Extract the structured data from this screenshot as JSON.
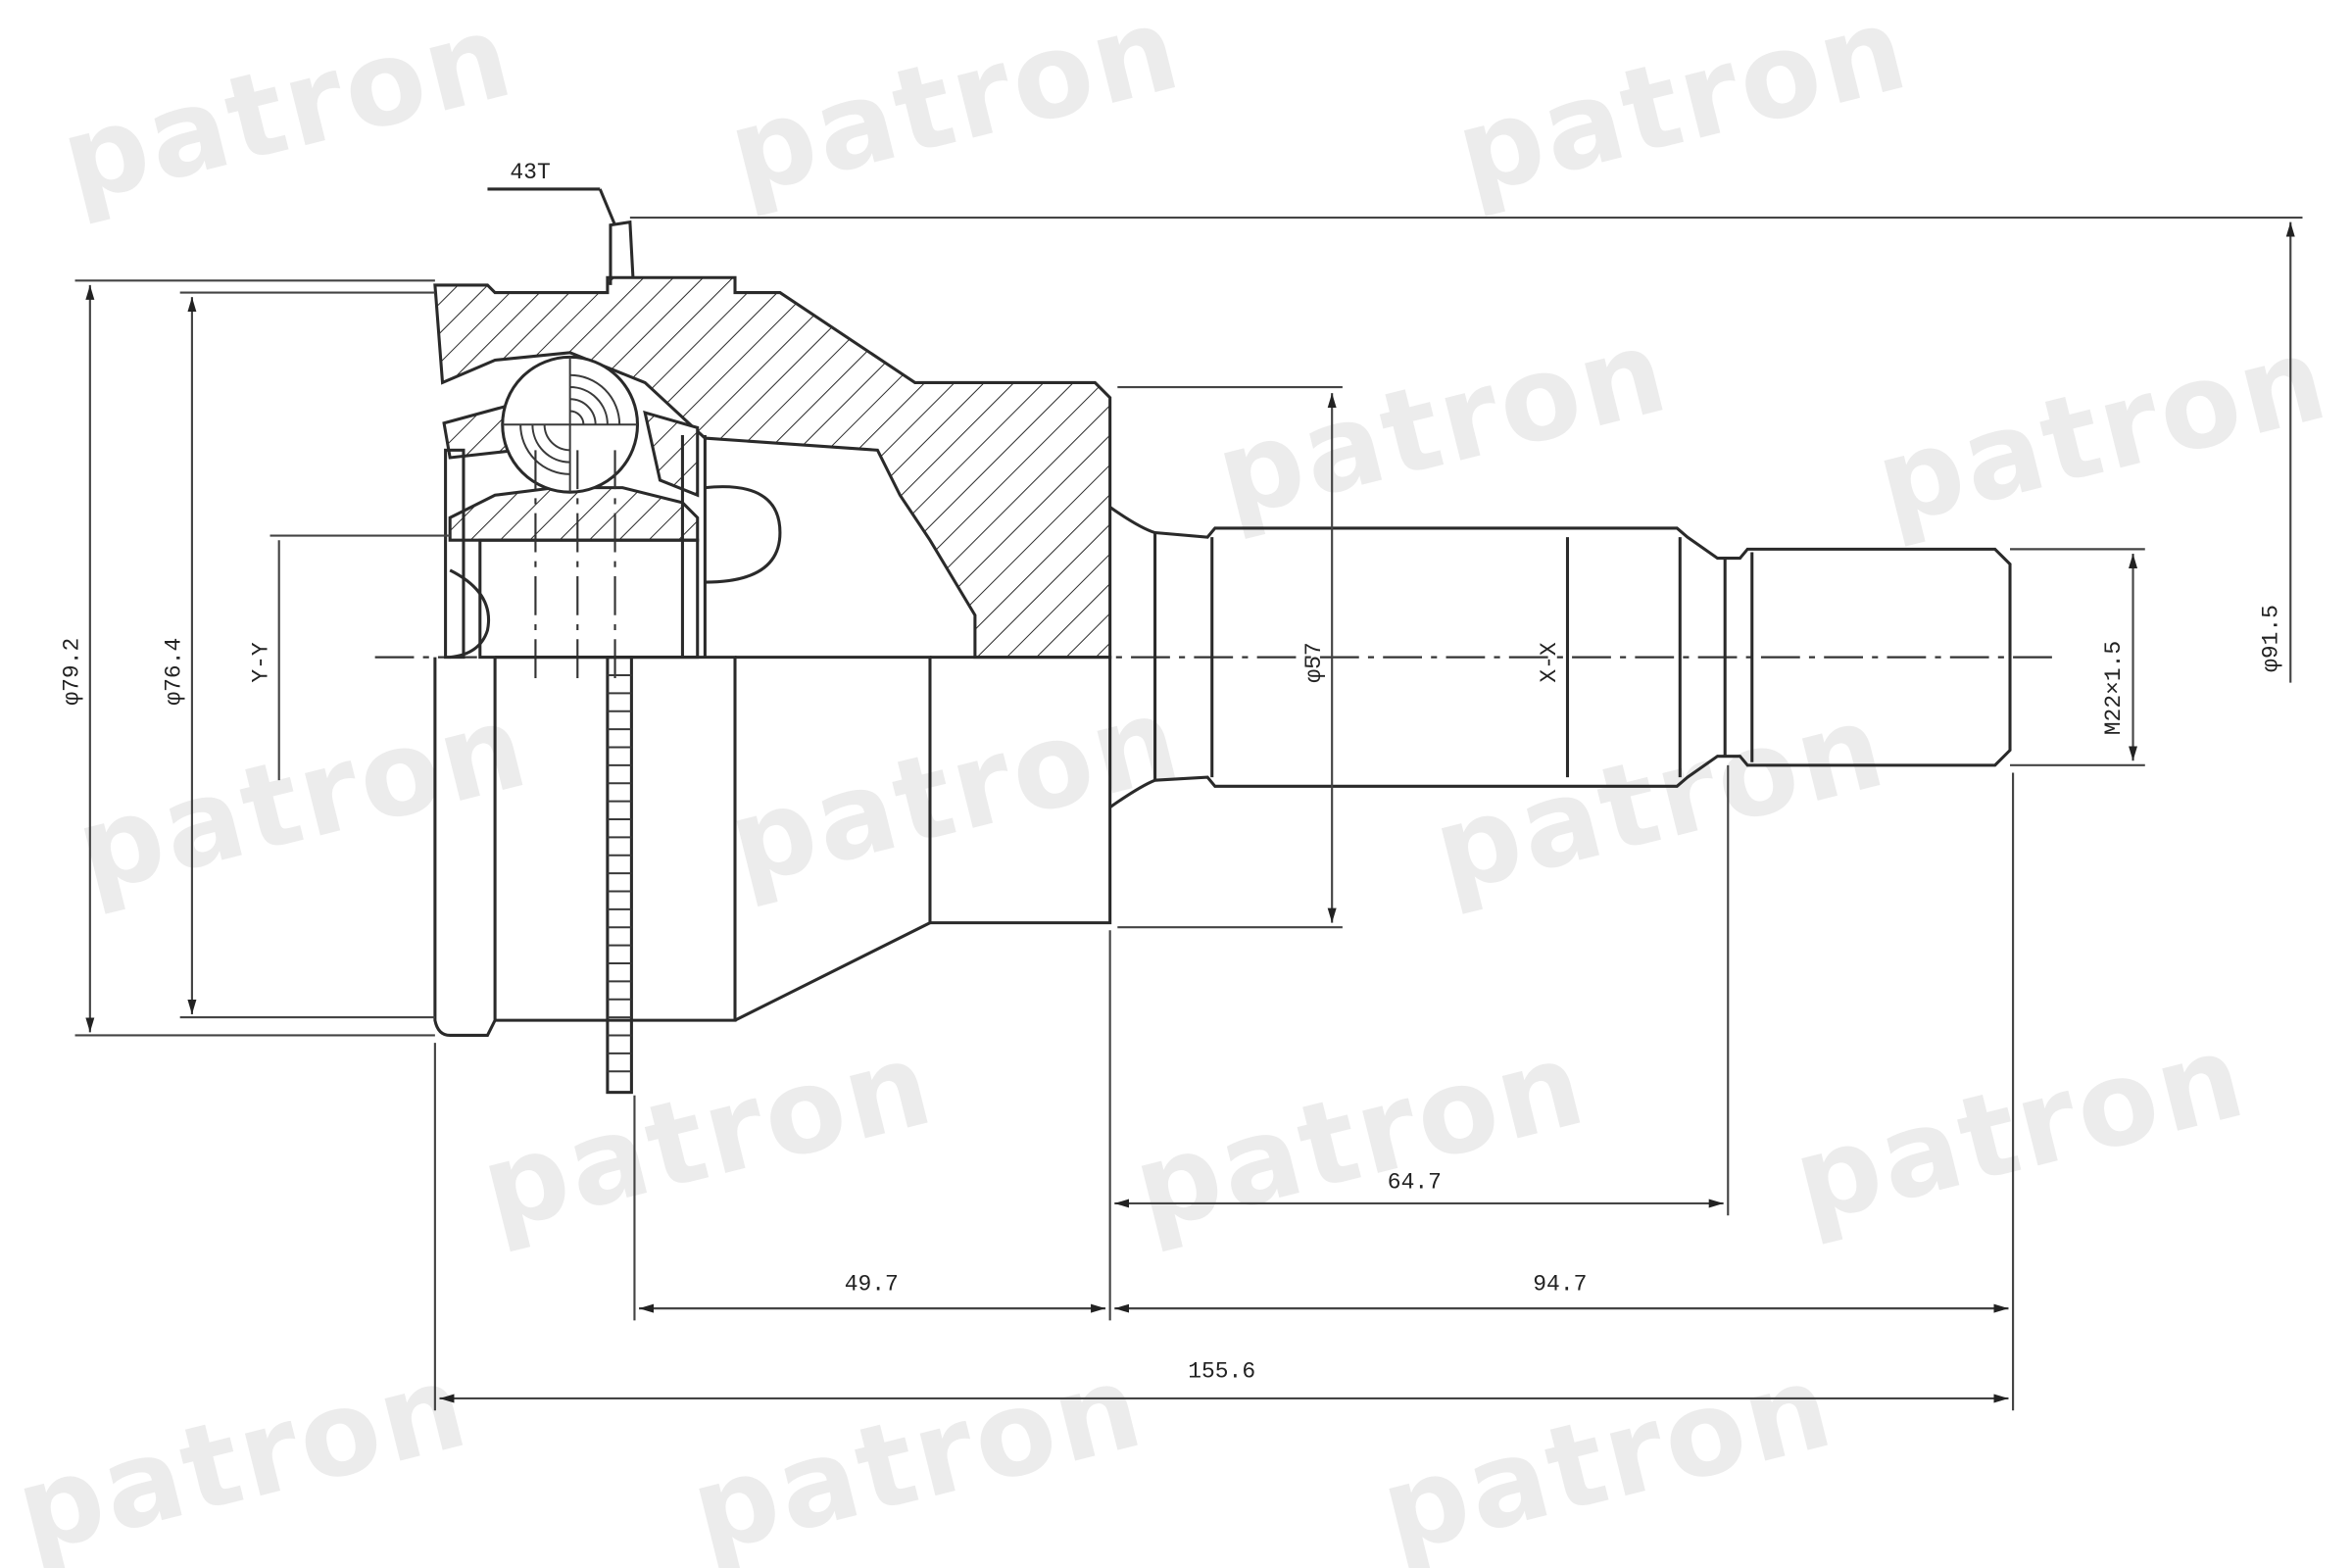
{
  "drawing": {
    "title": "CV joint (outer) dimensional drawing",
    "watermark": "patron",
    "colors": {
      "background": "#ffffff",
      "line": "#2a2a2a",
      "watermark": "#ececec"
    },
    "callouts": {
      "teeth": "43T"
    },
    "dimensions": {
      "outer_diameter": "φ79.2",
      "inner_diameter": "φ76.4",
      "spline_axis_inner": "Y-Y",
      "neck_diameter": "φ57",
      "spline_axis_outer": "X-X",
      "thread": "M22×1.5",
      "overall_diameter": "φ91.5",
      "shaft_length": "64.7",
      "flange_to_body": "49.7",
      "body_to_end": "94.7",
      "overall_length": "155.6"
    }
  }
}
